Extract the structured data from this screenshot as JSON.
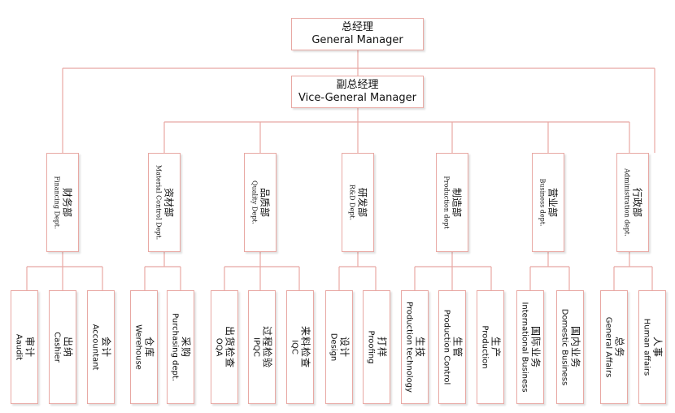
{
  "colors": {
    "line": "#e8a8a3",
    "text": "#111111"
  },
  "gm": {
    "zh": "总经理",
    "en": "General Manager"
  },
  "vgm": {
    "zh": "副总经理",
    "en": "Vice-General Manager"
  },
  "departments": [
    {
      "zh": "财务部",
      "en": "Financing Dept.",
      "subs": [
        {
          "zh": "审计",
          "en": "Aaudit"
        },
        {
          "zh": "出纳",
          "en": "Cashier"
        },
        {
          "zh": "会计",
          "en": "Accountant"
        }
      ]
    },
    {
      "zh": "资材部",
      "en": "Material Control Dept.",
      "subs": [
        {
          "zh": "仓库",
          "en": "Werehouse"
        },
        {
          "zh": "采购",
          "en": "Purchasing dept."
        }
      ]
    },
    {
      "zh": "品质部",
      "en": "Quality Dept.",
      "subs": [
        {
          "zh": "出货检查",
          "en": "OQA"
        },
        {
          "zh": "过程检验",
          "en": "IPQC"
        },
        {
          "zh": "来料检查",
          "en": "IQC"
        }
      ]
    },
    {
      "zh": "研发部",
      "en": "R&D Dept.",
      "subs": [
        {
          "zh": "设计",
          "en": "Design"
        },
        {
          "zh": "打样",
          "en": "Proofing"
        }
      ]
    },
    {
      "zh": "制造部",
      "en": "Production dept",
      "subs": [
        {
          "zh": "生技",
          "en": "Production technology"
        },
        {
          "zh": "生管",
          "en": "Production Control"
        },
        {
          "zh": "生产",
          "en": "Production"
        }
      ]
    },
    {
      "zh": "营业部",
      "en": "Business dept.",
      "subs": [
        {
          "zh": "国际业务",
          "en": "International Business"
        },
        {
          "zh": "国内业务",
          "en": "Domestic Business"
        }
      ]
    },
    {
      "zh": "行政部",
      "en": "Administration dept.",
      "subs": [
        {
          "zh": "总务",
          "en": "General Affairs"
        },
        {
          "zh": "人事",
          "en": "Human affairs"
        }
      ]
    }
  ]
}
